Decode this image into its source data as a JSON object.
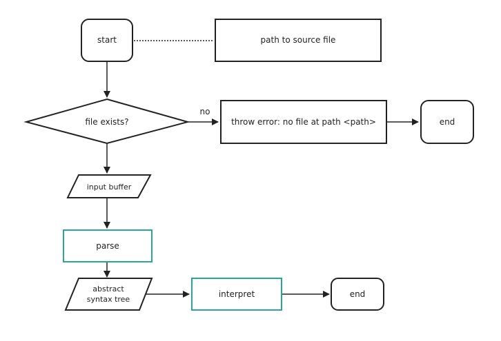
{
  "nodes": {
    "start": "start",
    "path_note": "path to source file",
    "file_exists": "file exists?",
    "throw_error": "throw error: no file at path <path>",
    "end_error": "end",
    "input_buffer": "input buffer",
    "parse": "parse",
    "ast_line1": "abstract",
    "ast_line2": "syntax tree",
    "interpret": "interpret",
    "end_final": "end"
  },
  "edges": {
    "no_label": "no"
  },
  "colors": {
    "stroke": "#222222",
    "process_accent": "#2ba59a",
    "background": "#ffffff"
  }
}
